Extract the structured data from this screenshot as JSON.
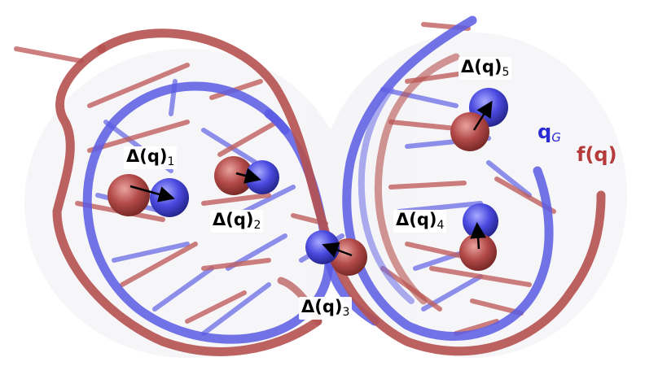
{
  "colors": {
    "red_structure": "#b5514f",
    "blue_structure": "#5757e0",
    "red_atom": "#b24a48",
    "blue_atom": "#4a4ae0",
    "arrow": "#000000",
    "legend_qg": "#2b2bd6",
    "legend_fq": "#b53a3a"
  },
  "labels": {
    "delta1": {
      "main": "Δ(q)",
      "sub": "1"
    },
    "delta2": {
      "main": "Δ(q)",
      "sub": "2"
    },
    "delta3": {
      "main": "Δ(q)",
      "sub": "3"
    },
    "delta4": {
      "main": "Δ(q)",
      "sub": "4"
    },
    "delta5": {
      "main": "Δ(q)",
      "sub": "5"
    }
  },
  "legend": {
    "qg_main": "q",
    "qg_sub": "G",
    "fq": "f(q)"
  }
}
